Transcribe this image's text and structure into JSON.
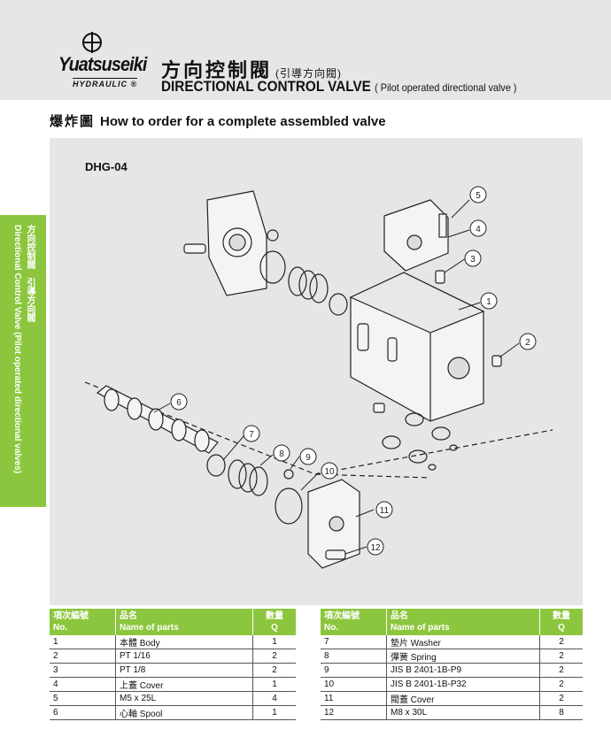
{
  "brand": {
    "name": "Yuatsuseiki",
    "sub": "HYDRAULIC ®"
  },
  "header": {
    "title_cn": "方向控制閥",
    "title_cn_sub": "(引導方向閥)",
    "title_en": "DIRECTIONAL CONTROL VALVE",
    "title_en_sub": "( Pilot operated directional valve )"
  },
  "section": {
    "title_cn": "爆炸圖",
    "title_en": "How to order for a complete assembled valve"
  },
  "side_tab": {
    "line1": "方向控制閥　引導方向閥",
    "line2": "Directional Control Valve (Pilot operated directional valves)"
  },
  "diagram": {
    "model": "DHG-04",
    "callouts": [
      "1",
      "2",
      "3",
      "4",
      "5",
      "6",
      "7",
      "8",
      "9",
      "10",
      "11",
      "12"
    ]
  },
  "table": {
    "headers": {
      "no_cn": "項次編號",
      "no_en": "No.",
      "name_cn": "品名",
      "name_en": "Name of parts",
      "q_cn": "數量",
      "q_en": "Q"
    },
    "left": [
      {
        "no": "1",
        "name": "本體 Body",
        "q": "1"
      },
      {
        "no": "2",
        "name": "PT 1/16",
        "q": "2"
      },
      {
        "no": "3",
        "name": "PT 1/8",
        "q": "2"
      },
      {
        "no": "4",
        "name": "上蓋 Cover",
        "q": "1"
      },
      {
        "no": "5",
        "name": "M5 x 25L",
        "q": "4"
      },
      {
        "no": "6",
        "name": "心軸 Spool",
        "q": "1"
      }
    ],
    "right": [
      {
        "no": "7",
        "name": "墊片 Washer",
        "q": "2"
      },
      {
        "no": "8",
        "name": "彈簧 Spring",
        "q": "2"
      },
      {
        "no": "9",
        "name": "JIS B 2401-1B-P9",
        "q": "2"
      },
      {
        "no": "10",
        "name": "JIS B 2401-1B-P32",
        "q": "2"
      },
      {
        "no": "11",
        "name": "閥蓋 Cover",
        "q": "2"
      },
      {
        "no": "12",
        "name": "M8 x 30L",
        "q": "8"
      }
    ]
  }
}
